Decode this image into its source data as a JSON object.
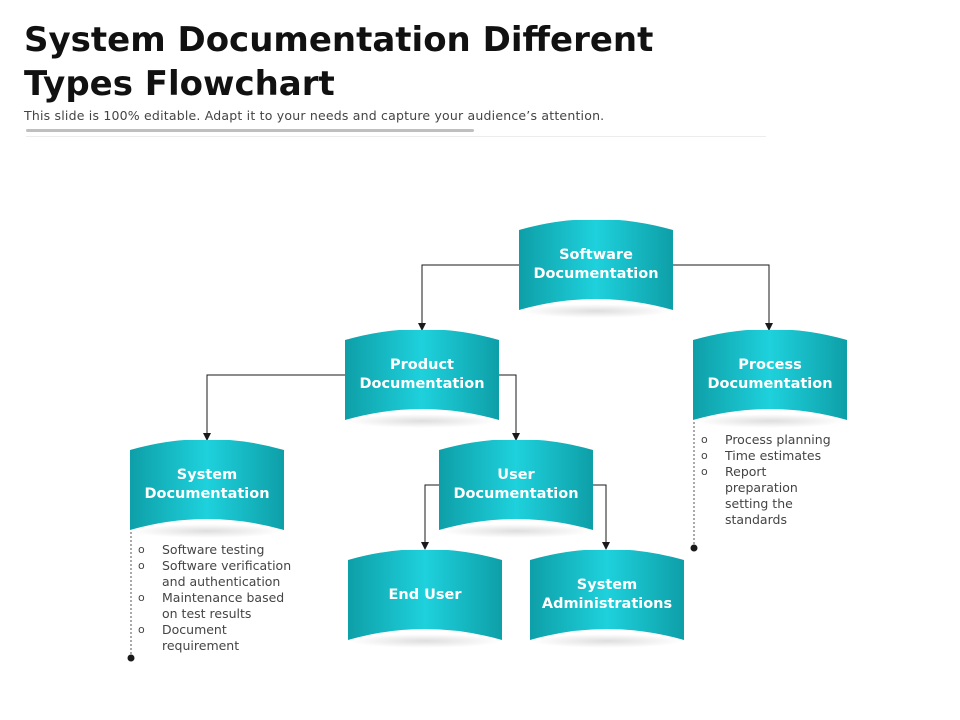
{
  "header": {
    "title": "System Documentation Different Types Flowchart",
    "subtitle": "This slide is 100% editable. Adapt it to your needs and capture your audience’s attention."
  },
  "colors": {
    "node_dark": "#0e9fa8",
    "node_light": "#1ed1dc",
    "connector": "#1a1a1a"
  },
  "nodes": {
    "software": "Software Documentation",
    "product": "Product Documentation",
    "process": "Process Documentation",
    "system": "System Documentation",
    "user": "User Documentation",
    "end_user": "End User",
    "system_admin": "System Administrations"
  },
  "system_doc_bullets": {
    "marker": "o",
    "items": [
      "Software testing",
      "Software verification and authentication",
      "Maintenance  based on test results",
      "Document requirement"
    ]
  },
  "process_doc_bullets": {
    "marker": "o",
    "items": [
      "Process planning",
      "Time estimates",
      "Report preparation setting the standards"
    ]
  }
}
